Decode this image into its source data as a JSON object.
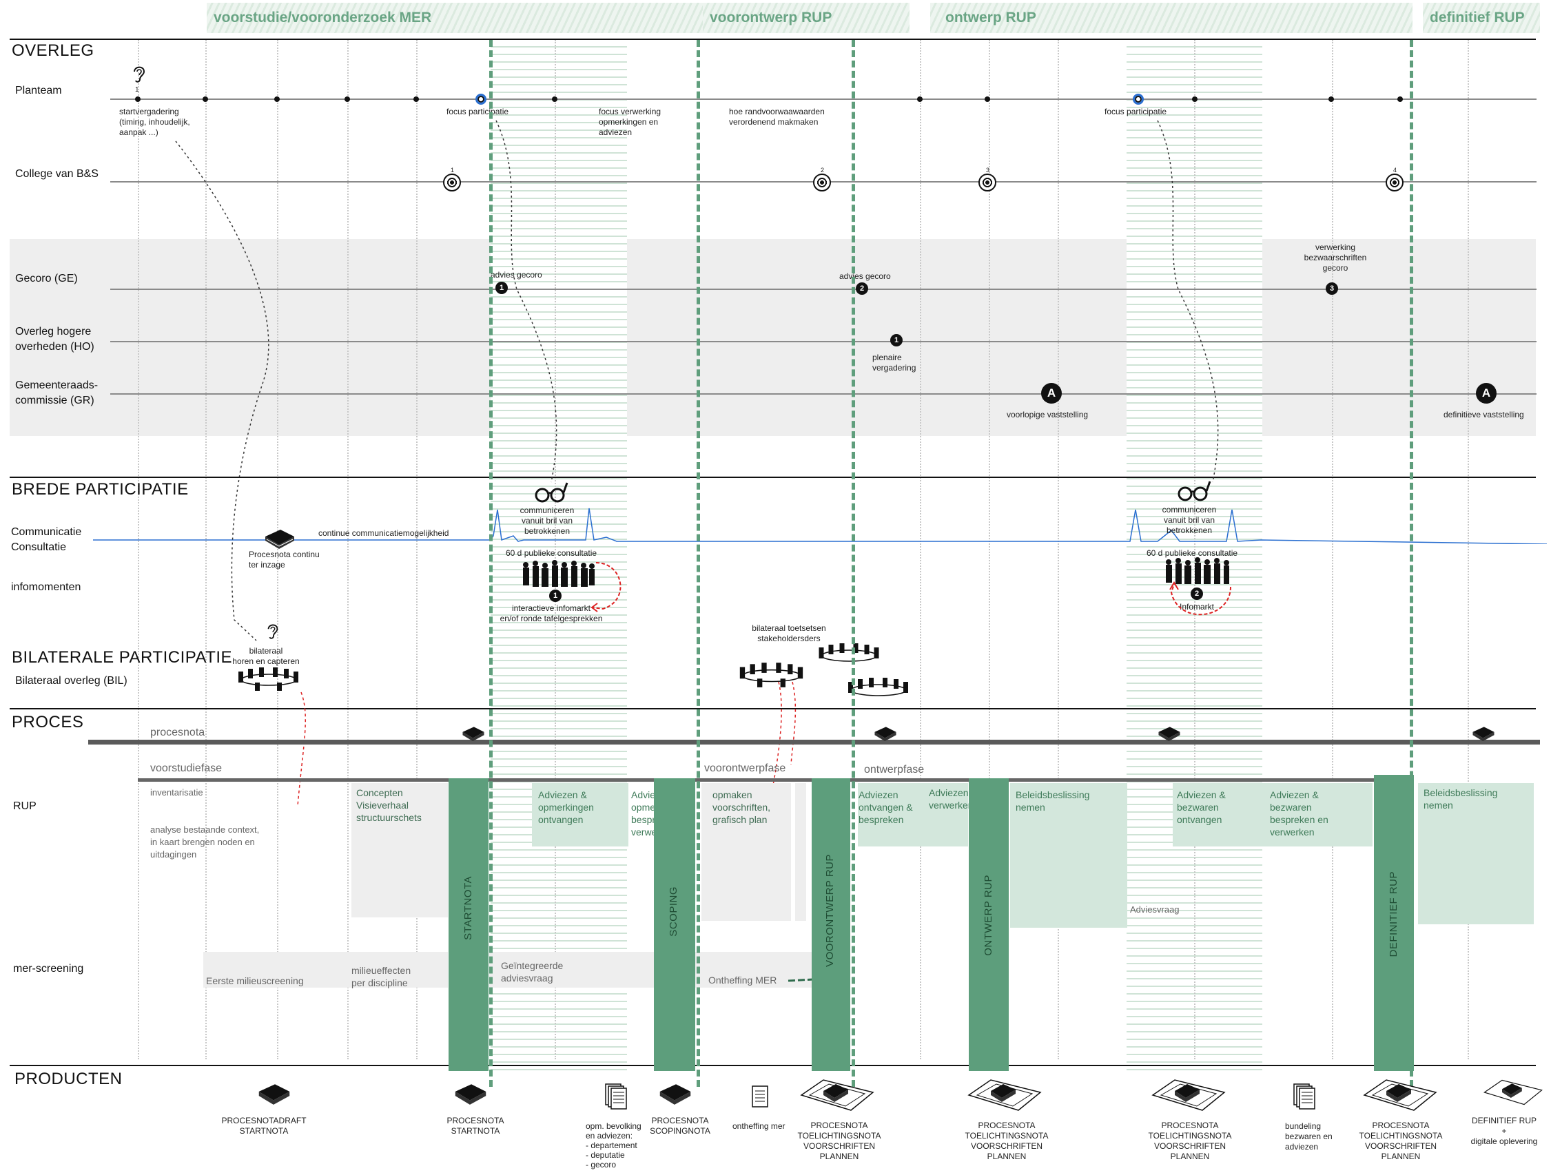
{
  "phases": {
    "p1": "voorstudie/vooronderzoek MER",
    "p2": "voorontwerp RUP",
    "p3": "ontwerp RUP",
    "p4": "definitief RUP"
  },
  "sections": {
    "overleg": "OVERLEG",
    "brede": "BREDE PARTICIPATIE",
    "bilaterale": "BILATERALE PARTICIPATIE",
    "proces": "PROCES",
    "producten": "PRODUCTEN"
  },
  "rows": {
    "planteam": "Planteam",
    "college": "College van B&S",
    "gecoro": "Gecoro (GE)",
    "overleg_hogere_1": "Overleg hogere",
    "overleg_hogere_2": "overheden (HO)",
    "gemeenteraad_1": "Gemeenteraads-",
    "gemeenteraad_2": "commissie (GR)",
    "communicatie_1": "Communicatie",
    "communicatie_2": "Consultatie",
    "infomomenten": "infomomenten",
    "bilateraal": "Bilateraal overleg (BIL)",
    "rup": "RUP",
    "mer": "mer-screening"
  },
  "planteam": {
    "n1": "1",
    "start_1": "startvergadering",
    "start_2": "(timing, inhoudelijk,",
    "start_3": "aanpak ...)",
    "focus1": "focus participatie",
    "verwerking_1": "focus verwerking",
    "verwerking_2": "opmerkingen en",
    "verwerking_3": "adviezen",
    "rand_1": "hoe randvoorwaawaarden",
    "rand_2": "verordenend makmaken",
    "focus2": "focus participatie"
  },
  "college": {
    "n1": "1",
    "n2": "2",
    "n3": "3",
    "n4": "4"
  },
  "gecoro": {
    "advies1": "advies gecoro",
    "advies2": "advies gecoro",
    "verwerking_1": "verwerking",
    "verwerking_2": "bezwaarschriften",
    "verwerking_3": "gecoro",
    "n1": "1",
    "n2": "2",
    "n3": "3"
  },
  "ho": {
    "n1": "1",
    "plenaire_1": "plenaire",
    "plenaire_2": "vergadering"
  },
  "gr": {
    "a": "A",
    "voorlopig": "voorlopige vaststelling",
    "definitief": "definitieve vaststelling"
  },
  "brede": {
    "continue": "continue communicatiemogelijkheid",
    "procesnota_1": "Procesnota continu",
    "procesnota_2": "ter inzage",
    "comm1_1": "communiceren",
    "comm1_2": "vanuit bril van",
    "comm1_3": "betrokkenen",
    "consult1": "60 d publieke consultatie",
    "info1_1": "interactieve infomarkt",
    "info1_2": "en/of ronde tafelgesprekken",
    "comm2_1": "communiceren",
    "comm2_2": "vanuit bril van",
    "comm2_3": "betrokkenen",
    "consult2": "60 d publieke consultatie",
    "info2": "Infomarkt",
    "n1": "1",
    "n2": "2"
  },
  "bilateraal": {
    "b1_1": "bilateraal",
    "b1_2": "horen en capteren",
    "b2_1": "bilateraal toetsetsen",
    "b2_2": "stakeholdersders"
  },
  "proces": {
    "procesnota": "procesnota",
    "voorstudiefase": "voorstudiefase",
    "voorontwerpfase": "voorontwerpfase",
    "ontwerpfase": "ontwerpfase",
    "inventarisatie": "inventarisatie",
    "analyse_1": "analyse bestaande context,",
    "analyse_2": "in kaart brengen noden en",
    "analyse_3": "uitdagingen",
    "concepten_1": "Concepten",
    "concepten_2": "Visieverhaal",
    "concepten_3": "structuurschets",
    "adv_ontv_1": "Adviezen &",
    "adv_ontv_2": "opmerkingen",
    "adv_ontv_3": "ontvangen",
    "adv_bespr_1": "Adviezen &",
    "adv_bespr_2": "opmerkingen",
    "adv_bespr_3": "bespreken en",
    "adv_bespr_4": "verwerken",
    "opmaken_1": "opmaken",
    "opmaken_2": "voorschriften,",
    "opmaken_3": "grafisch plan",
    "adv_ob_1": "Adviezen",
    "adv_ob_2": "ontvangen &",
    "adv_ob_3": "bespreken",
    "adv_verw_1": "Adviezen",
    "adv_verw_2": "verwerken",
    "beleid1_1": "Beleidsbeslissing",
    "beleid1_2": "nemen",
    "adv_bez_1": "Adviezen &",
    "adv_bez_2": "bezwaren",
    "adv_bez_3": "ontvangen",
    "adv_bez_b_1": "Adviezen &",
    "adv_bez_b_2": "bezwaren",
    "adv_bez_b_3": "bespreken en",
    "adv_bez_b_4": "verwerken",
    "adviesvraag": "Adviesvraag",
    "beleid2_1": "Beleidsbeslissing",
    "beleid2_2": "nemen",
    "mer1": "Eerste milieuscreening",
    "mer2_1": "milieueffecten",
    "mer2_2": "per discipline",
    "mer3_1": "Geïntegreerde",
    "mer3_2": "adviesvraag",
    "mer4": "Ontheffing MER",
    "startnota": "STARTNOTA",
    "scoping": "SCOPING",
    "voorontwerp": "VOORONTWERP RUP",
    "ontwerp": "ONTWERP RUP",
    "definitief": "DEFINITIEF RUP"
  },
  "producten": {
    "p1_1": "PROCESNOTADRAFT",
    "p1_2": "STARTNOTA",
    "p2_1": "PROCESNOTA",
    "p2_2": "STARTNOTA",
    "p3_1": "opm. bevolking",
    "p3_2": "en adviezen:",
    "p3_3": "- departement",
    "p3_4": "- deputatie",
    "p3_5": "- gecoro",
    "p4_1": "PROCESNOTA",
    "p4_2": "SCOPINGNOTA",
    "p5": "ontheffing mer",
    "p6_1": "PROCESNOTA",
    "p6_2": "TOELICHTINGSNOTA",
    "p6_3": "VOORSCHRIFTEN",
    "p6_4": "PLANNEN",
    "p7_1": "PROCESNOTA",
    "p7_2": "TOELICHTINGSNOTA",
    "p7_3": "VOORSCHRIFTEN",
    "p7_4": "PLANNEN",
    "p8_1": "PROCESNOTA",
    "p8_2": "TOELICHTINGSNOTA",
    "p8_3": "VOORSCHRIFTEN",
    "p8_4": "PLANNEN",
    "p9_1": "bundeling",
    "p9_2": "bezwaren en",
    "p9_3": "adviezen",
    "p10_1": "PROCESNOTA",
    "p10_2": "TOELICHTINGSNOTA",
    "p10_3": "VOORSCHRIFTEN",
    "p10_4": "PLANNEN",
    "p11_1": "DEFINITIEF RUP",
    "p11_2": "+",
    "p11_3": "digitale oplevering"
  },
  "colors": {
    "accent_green": "#5d9e7c",
    "light_green": "#d3e7dc",
    "band_grey": "#eeeeee",
    "communication_blue": "#2a6fd0",
    "arrow_red": "#d22"
  },
  "icons": [
    "ear-icon",
    "target-icon",
    "book-icon",
    "glasses-icon",
    "crowd-icon",
    "table-meeting-icon",
    "document-stack-icon",
    "map-folder-icon"
  ]
}
